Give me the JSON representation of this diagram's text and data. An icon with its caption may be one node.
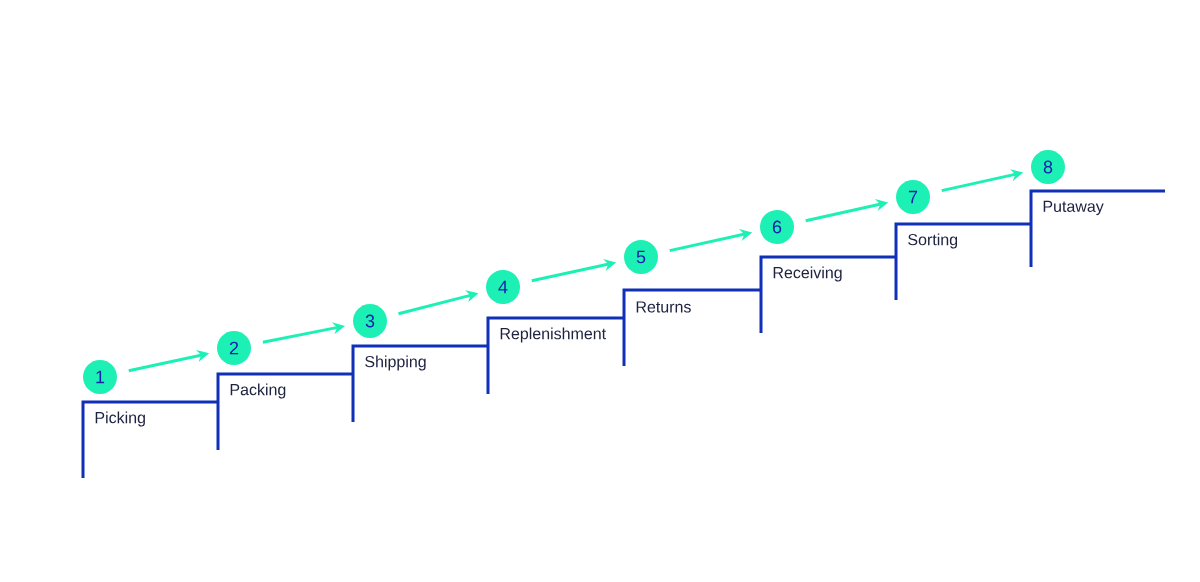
{
  "diagram": {
    "nodes": [
      {
        "text": [
          "1"
        ],
        "beside": [
          "Picking"
        ]
      },
      {
        "text": [
          "2"
        ],
        "beside": [
          "Packing"
        ]
      },
      {
        "text": [
          "3"
        ],
        "beside": [
          "Shipping"
        ]
      },
      {
        "text": [
          "4"
        ],
        "beside": [
          "Replenishment"
        ]
      },
      {
        "text": [
          "5"
        ],
        "beside": [
          "Returns"
        ]
      },
      {
        "text": [
          "6"
        ],
        "beside": [
          "Receiving"
        ]
      },
      {
        "text": [
          "7"
        ],
        "beside": [
          "Sorting"
        ]
      },
      {
        "text": [
          "8"
        ],
        "beside": [
          "Putaway"
        ]
      }
    ],
    "edges": [
      {
        "from": 0,
        "to": 1,
        "arrow": "to"
      },
      {
        "from": 1,
        "to": 2,
        "arrow": "to"
      },
      {
        "from": 2,
        "to": 3,
        "arrow": "to"
      },
      {
        "from": 3,
        "to": 4,
        "arrow": "to"
      },
      {
        "from": 4,
        "to": 5,
        "arrow": "to"
      },
      {
        "from": 5,
        "to": 6,
        "arrow": "to"
      },
      {
        "from": 6,
        "to": 7,
        "arrow": "to"
      }
    ]
  }
}
